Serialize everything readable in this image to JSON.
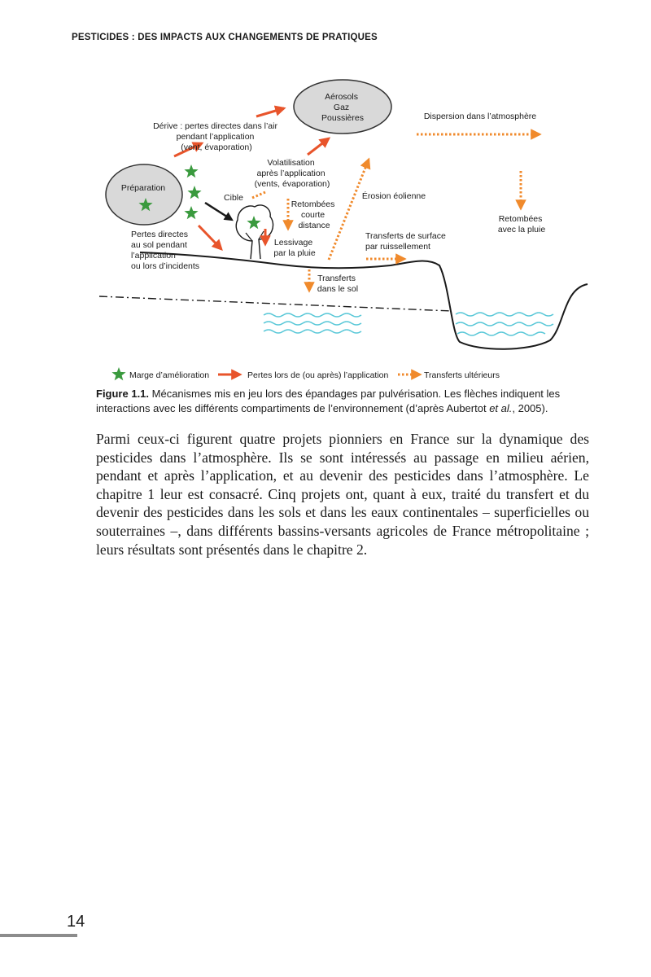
{
  "header": {
    "running_title": "PESTICIDES : DES IMPACTS AUX CHANGEMENTS DE PRATIQUES"
  },
  "figure": {
    "labels": {
      "aerosols": [
        "Aérosols",
        "Gaz",
        "Poussières"
      ],
      "preparation": "Préparation",
      "derive": [
        "Dérive : pertes directes dans l’air",
        "pendant l’application",
        "(vent, évaporation)"
      ],
      "dispersion": "Dispersion  dans l’atmosphère",
      "volatilisation": [
        "Volatilisation",
        "après l’application",
        "(vents, évaporation)"
      ],
      "cible": "Cible",
      "retombees_courte": [
        "Retombées",
        "courte",
        "distance"
      ],
      "erosion": "Érosion éolienne",
      "retombees_pluie": [
        "Retombées",
        "avec la pluie"
      ],
      "pertes_sol": [
        "Pertes directes",
        "au sol pendant",
        "l’application",
        "ou lors d’incidents"
      ],
      "lessivage": [
        "Lessivage",
        "par la pluie"
      ],
      "transferts_surface": [
        "Transferts de surface",
        "par ruissellement"
      ],
      "transferts_sol": [
        "Transferts",
        "dans le sol"
      ]
    },
    "legend": {
      "star": "Marge d’amélioration",
      "solid": "Pertes lors de (ou après) l’application",
      "dotted": "Transferts ultérieurs"
    },
    "colors": {
      "orange": "#e8542b",
      "orange_dotted": "#f08a2c",
      "star_green": "#3a9a3e",
      "water_cyan": "#5ac8d8",
      "ellipse_fill": "#d9d9d9"
    }
  },
  "caption": {
    "label": "Figure 1.1.",
    "text_1": " Mécanismes mis en jeu lors des épandages par pulvérisation. Les flèches indiquent les interactions avec les différents compartiments de l’environnement (d’après Aubertot ",
    "text_italic": "et al.",
    "text_2": ", 2005)."
  },
  "body": {
    "paragraph": "Parmi ceux-ci figurent quatre projets pionniers en France sur la dynamique des pesticides dans l’atmosphère. Ils se sont intéressés au passage en milieu aérien, pendant et après l’application, et au devenir des pesticides dans l’atmosphère. Le chapitre 1 leur est consacré. Cinq projets ont, quant à eux, traité du transfert et du devenir des pesticides dans les sols et dans les eaux continentales – superficielles ou souterraines –, dans différents bassins-versants agricoles de France métropolitaine ; leurs résultats sont présentés dans le chapitre 2."
  },
  "footer": {
    "page_number": "14"
  }
}
